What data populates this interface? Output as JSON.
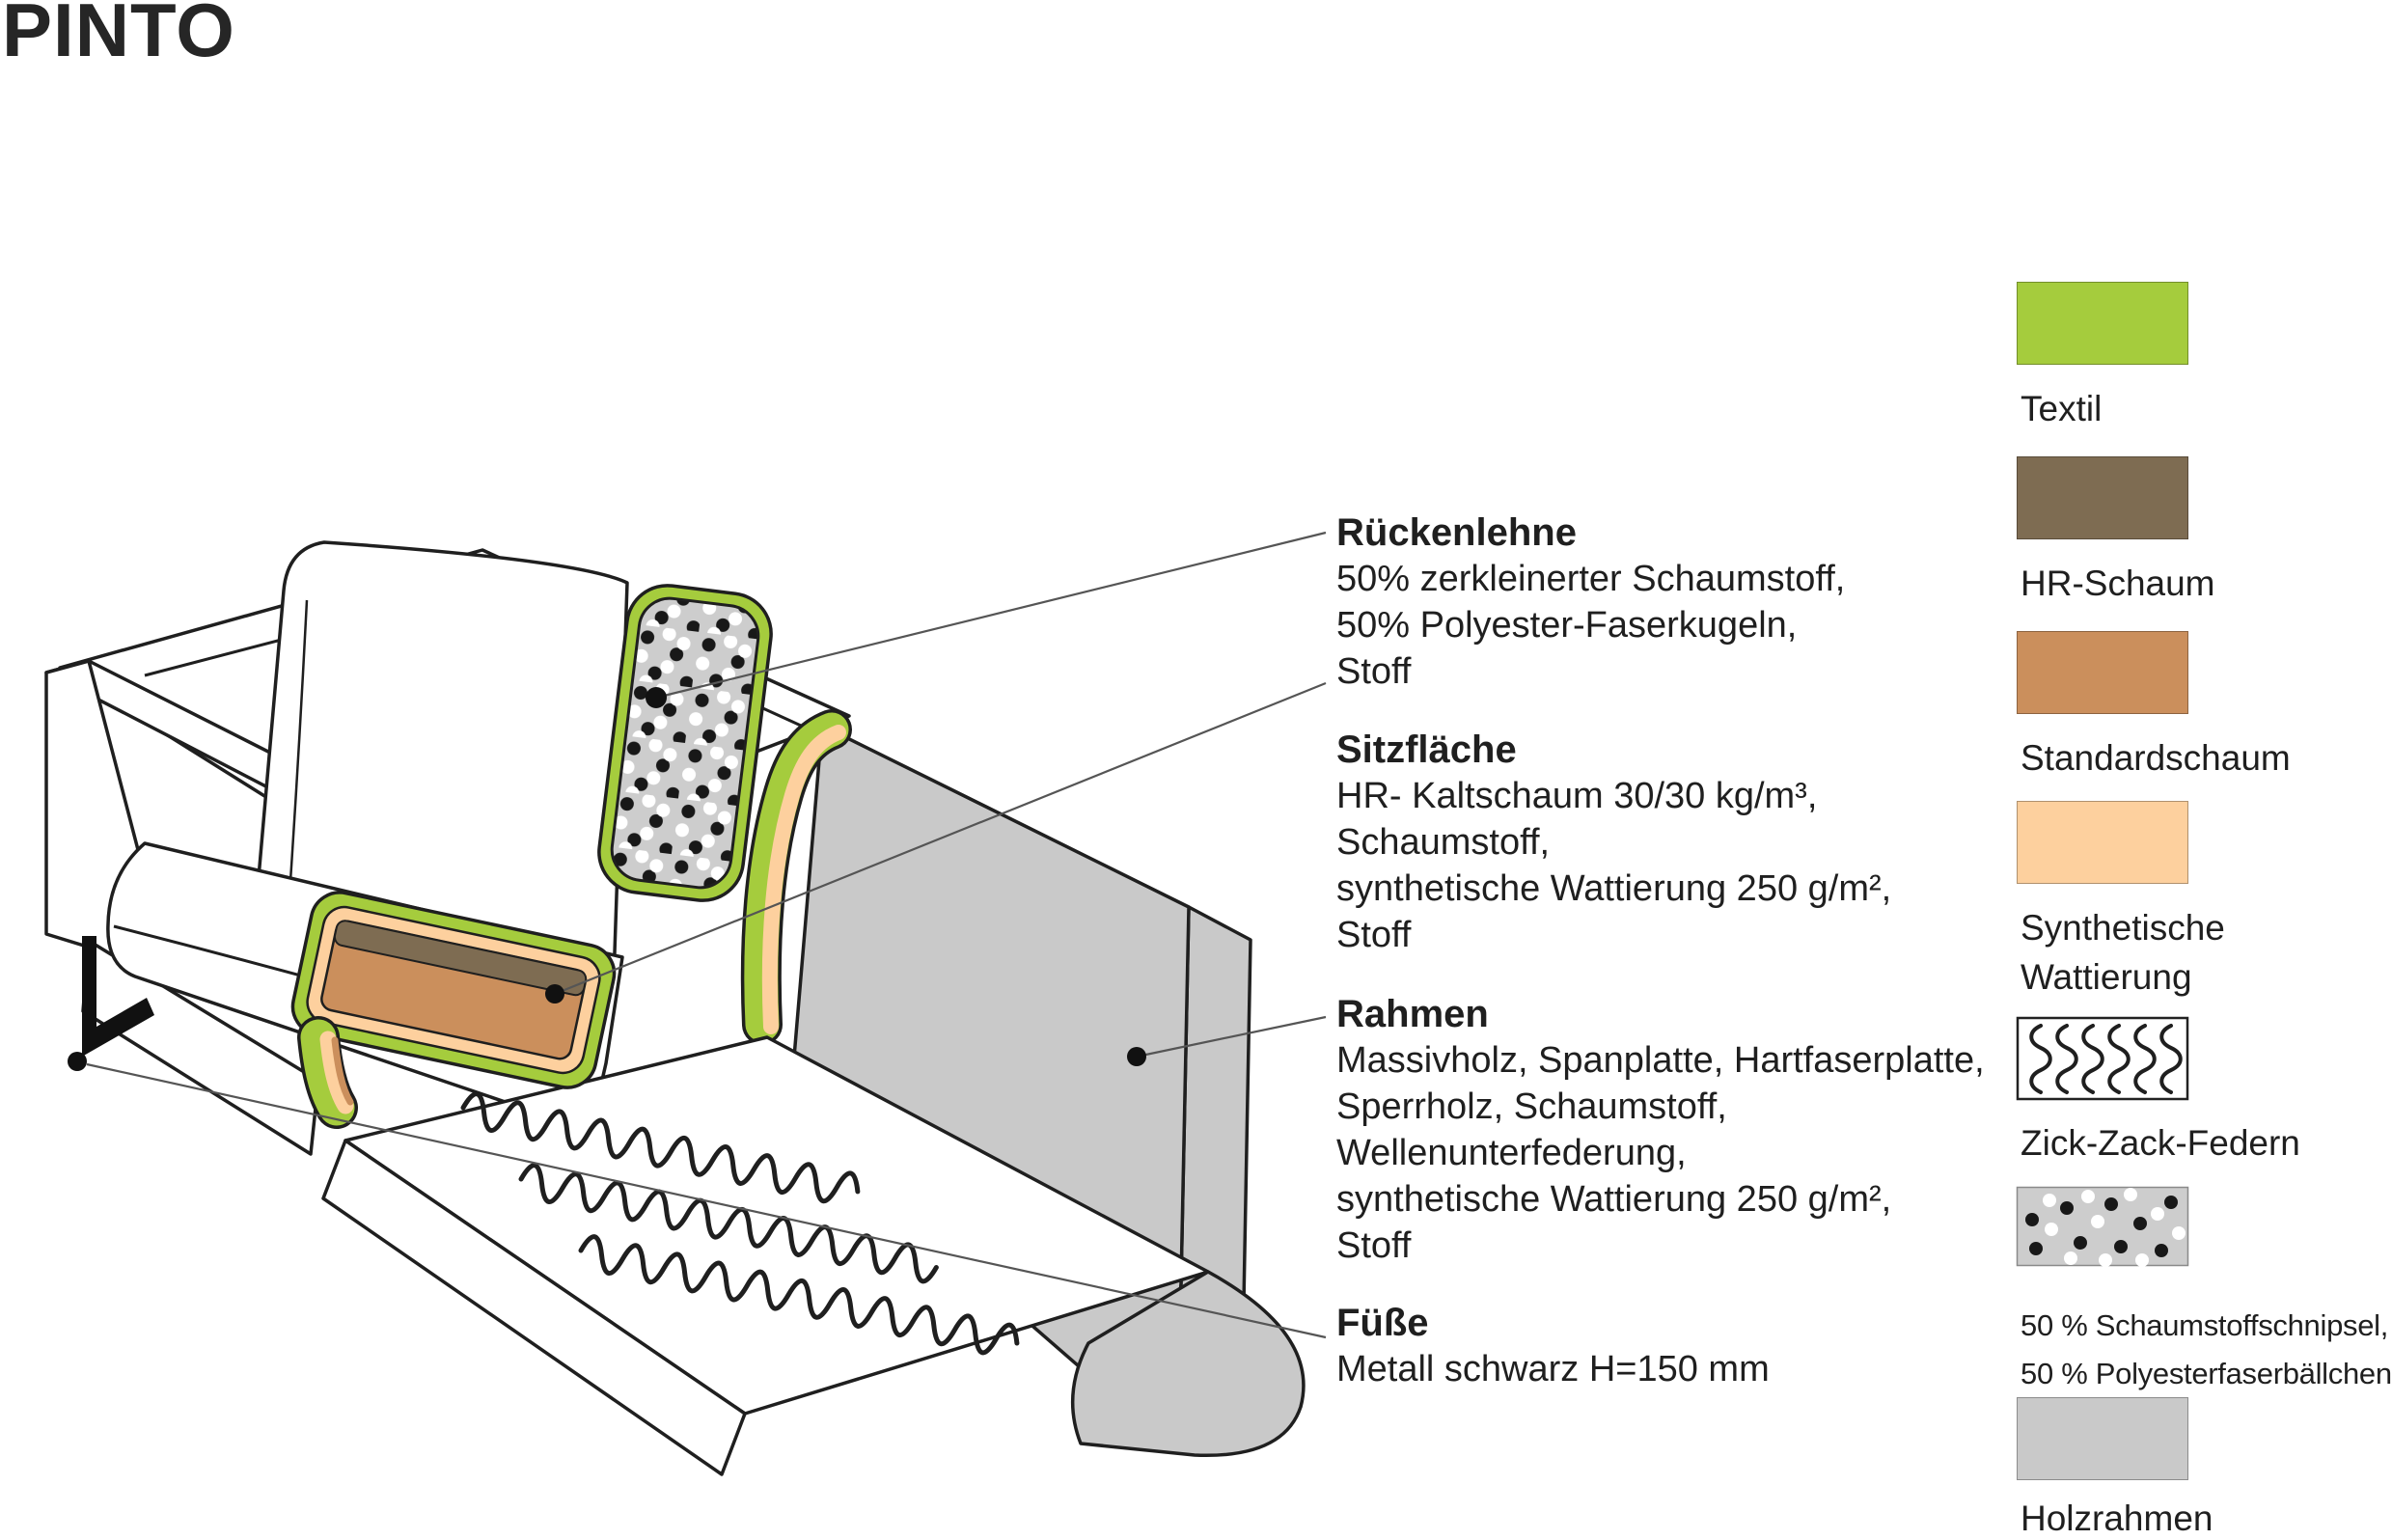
{
  "title": "PINTO",
  "annotations": [
    {
      "heading": "Rückenlehne",
      "lines": [
        "50% zerkleinerter Schaumstoff,",
        "50% Polyester-Faserkugeln,",
        "Stoff"
      ]
    },
    {
      "heading": "Sitzfläche",
      "lines": [
        "HR- Kaltschaum 30/30 kg/m³,",
        "Schaumstoff,",
        "synthetische Wattierung 250 g/m²,",
        "Stoff"
      ]
    },
    {
      "heading": "Rahmen",
      "lines": [
        "Massivholz, Spanplatte, Hartfaserplatte,",
        "Sperrholz, Schaumstoff,",
        "Wellenunterfederung,",
        "synthetische Wattierung 250 g/m²,",
        "Stoff"
      ]
    },
    {
      "heading": "Füße",
      "lines": [
        "Metall schwarz H=150 mm"
      ]
    }
  ],
  "legend": {
    "items": [
      {
        "label": "Textil",
        "swatch": "textil-color",
        "color": "#a5cc3d"
      },
      {
        "label": "HR-Schaum",
        "swatch": "hr-schaum-color",
        "color": "#7e6c52"
      },
      {
        "label": "Standardschaum",
        "swatch": "standardschaum-color",
        "color": "#cb8f5c"
      },
      {
        "label": "Synthetische",
        "label2": "Wattierung",
        "swatch": "synthetische-wattierung-color",
        "color": "#fdd09e"
      },
      {
        "label": "Zick-Zack-Federn",
        "swatch": "zigzag-springs-pattern",
        "color": "#ffffff"
      },
      {
        "label": "50 % Schaumstoffschnipsel,",
        "label2": "50 % Polyesterfaserbällchen",
        "swatch": "foam-chips-dots-pattern",
        "color": "#cdcdcd"
      },
      {
        "label": "Holzrahmen",
        "swatch": "holzrahmen-color",
        "color": "#c9c9c9"
      }
    ]
  },
  "colors": {
    "outline": "#1f1f1f",
    "textil_green": "#a5cc3d",
    "hr_schaum_brown": "#7e6c52",
    "standardschaum_orange": "#cb8f5c",
    "wattierung_peach": "#fdd09e",
    "holz_gray": "#c9c9c9"
  }
}
